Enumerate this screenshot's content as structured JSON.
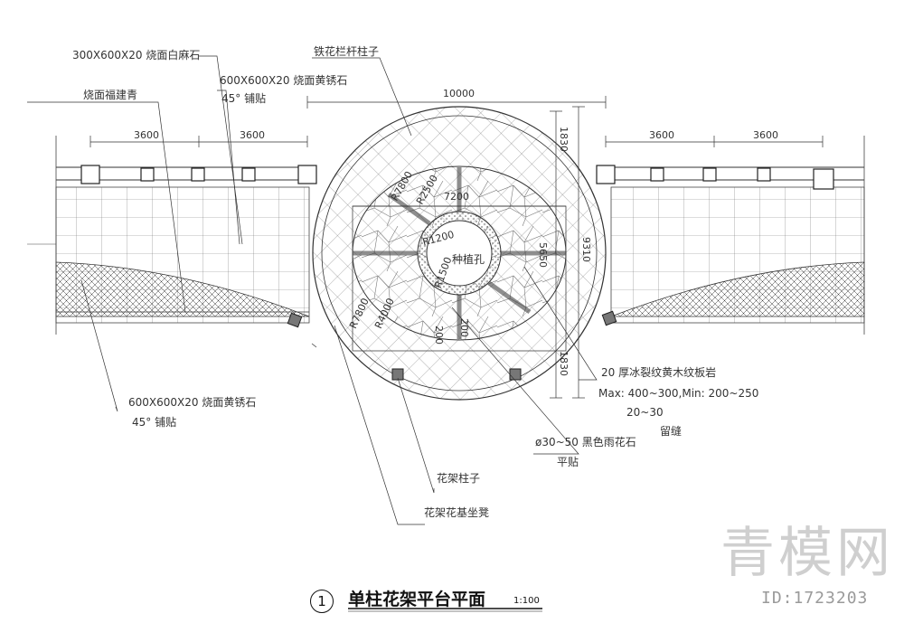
{
  "title": "单柱花架平台平面",
  "scale": "1:100",
  "drawing_number": "1",
  "watermark": {
    "logo": "青模网",
    "id": "ID:1723203"
  },
  "labels": {
    "granite_white": "300X600X20 烧面白麻石",
    "fujian_green": "烧面福建青",
    "rust_top": "600X600X20 烧面黄锈石",
    "rust_top_45": "45° 铺贴",
    "railing_post": "铁花栏杆柱子",
    "rust_bottom": "600X600X20 烧面黄锈石",
    "rust_bottom_45": "45° 铺贴",
    "slate_1": "20  厚冰裂纹黄木纹板岩",
    "slate_2": "Max: 400~300,Min: 200~250",
    "slate_3": "20~30",
    "slate_4": "留缝",
    "pebble_1": "ø30~50  黑色雨花石",
    "pebble_2": "平贴",
    "pergola_post": "花架柱子",
    "pergola_seat": "花架花基坐凳",
    "planting_hole": "种植孔"
  },
  "dimensions": {
    "total_width": "10000",
    "left_1": "3600",
    "left_2": "3600",
    "right_1": "3600",
    "right_2": "3600",
    "inner_width": "7200",
    "side_top": "1830",
    "side_bottom": "1830",
    "total_height": "9310",
    "inner_height": "5650",
    "r_outer": "R7800",
    "r_outer_b": "R7800",
    "r_mid": "R2500",
    "r_mid_b": "R4000",
    "r_hole": "R1200",
    "r_hole_b": "R1500",
    "gap_200_a": "200",
    "gap_200_b": "200"
  }
}
